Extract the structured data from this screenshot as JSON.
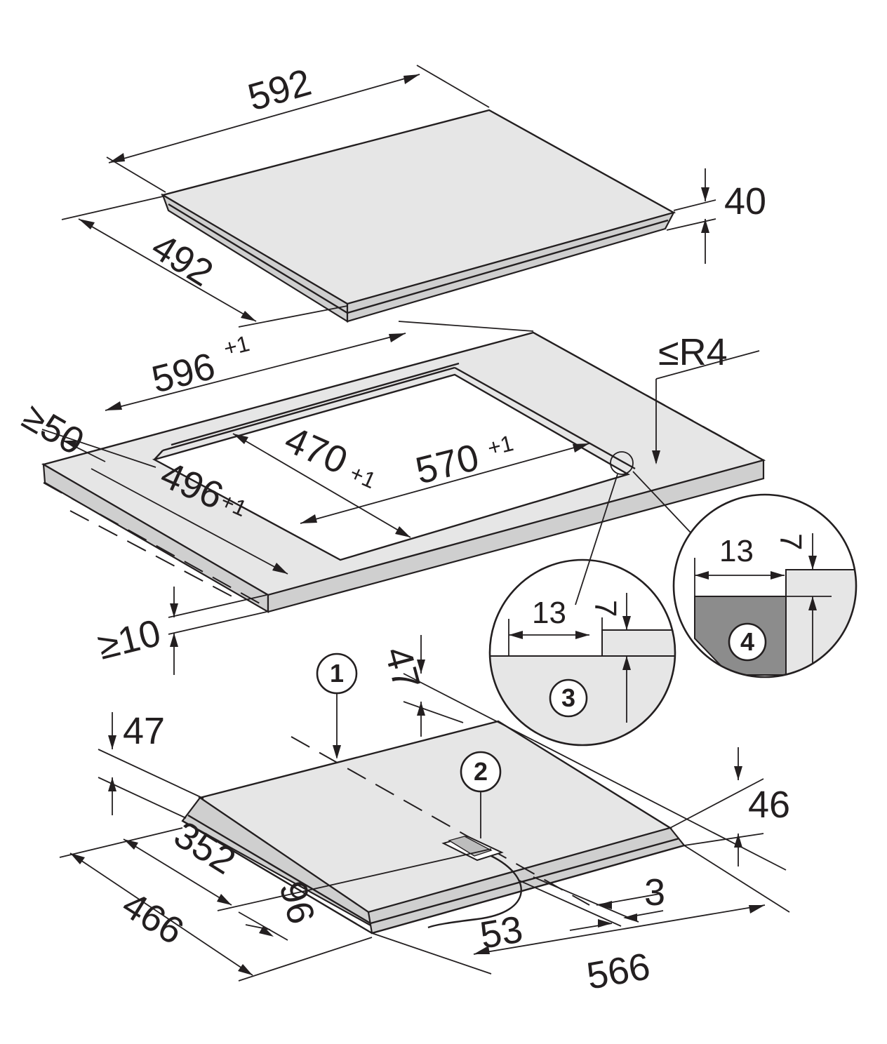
{
  "hob": {
    "width": "592",
    "depth": "492",
    "height": "40"
  },
  "cutout": {
    "outer_width": "596",
    "outer_width_tol": "+1",
    "outer_depth": "496",
    "outer_depth_tol": "+1",
    "inner_width": "570",
    "inner_width_tol": "+1",
    "inner_depth": "470",
    "inner_depth_tol": "+1",
    "radius": "≤R4",
    "front_distance": "≥50",
    "worktop_thickness": "≥10"
  },
  "details": {
    "detail3_width": "13",
    "detail3_depth": "7",
    "detail3_label": "3",
    "detail4_width": "13",
    "detail4_depth": "7",
    "detail4_label": "4"
  },
  "underside": {
    "label1": "1",
    "label2": "2",
    "clearance_rear": "47",
    "clearance_left": "47",
    "height": "46",
    "depth": "466",
    "offset_352": "352",
    "offset_96": "96",
    "width": "566",
    "offset_53": "53",
    "offset_3": "3"
  }
}
